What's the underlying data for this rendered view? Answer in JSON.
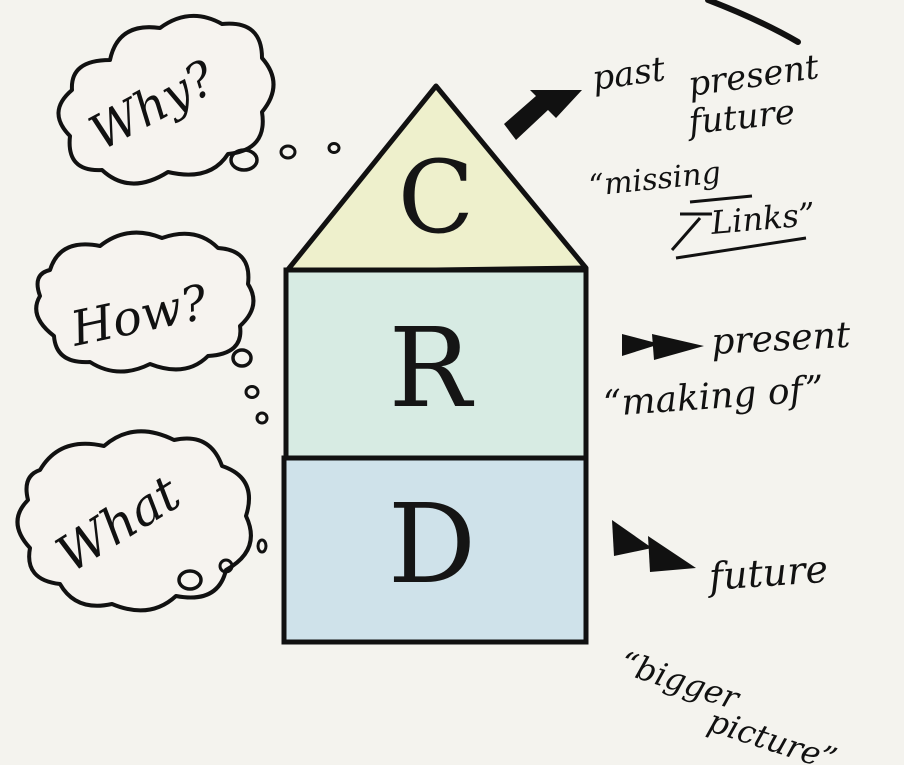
{
  "questions": {
    "why": "Why?",
    "how": "How?",
    "what": "What"
  },
  "house": {
    "roof_letter": "C",
    "middle_letter": "R",
    "base_letter": "D",
    "roof_color": "#eef0cc",
    "middle_color": "#d7ebe3",
    "base_color": "#cfe2ea"
  },
  "notes": {
    "c_line1": "past",
    "c_line2": "present",
    "c_line3": "future",
    "c_quote1": "“missing",
    "c_quote2": "Links”",
    "r_line1": "present",
    "r_quote": "“making of”",
    "d_line1": "future",
    "d_quote1": "“bigger",
    "d_quote2": "picture”"
  }
}
